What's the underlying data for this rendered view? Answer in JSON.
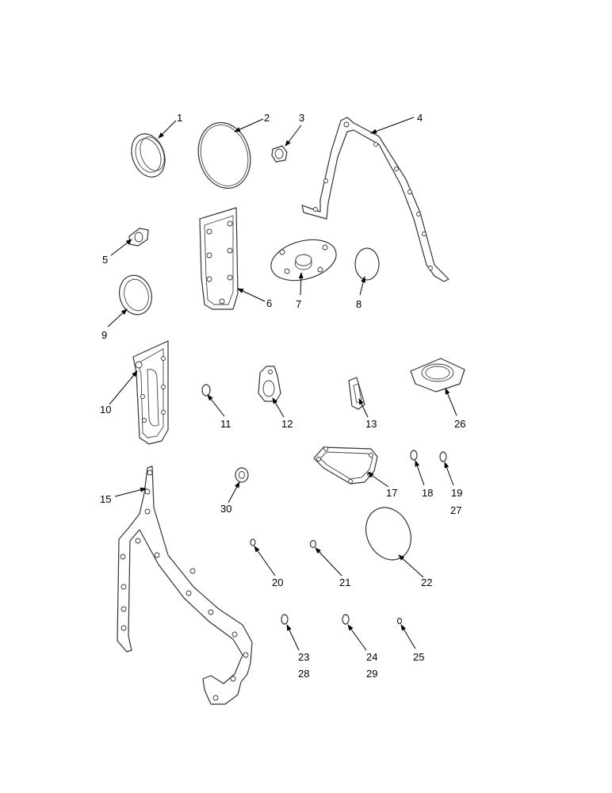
{
  "callouts": {
    "c1": "1",
    "c2": "2",
    "c3": "3",
    "c4": "4",
    "c5": "5",
    "c6": "6",
    "c7": "7",
    "c8": "8",
    "c9": "9",
    "c10": "10",
    "c11": "11",
    "c12": "12",
    "c13": "13",
    "c15": "15",
    "c17": "17",
    "c18": "18",
    "c19": "19",
    "c20": "20",
    "c21": "21",
    "c22": "22",
    "c23": "23",
    "c24": "24",
    "c25": "25",
    "c26": "26",
    "c27": "27",
    "c28": "28",
    "c29": "29",
    "c30": "30"
  }
}
